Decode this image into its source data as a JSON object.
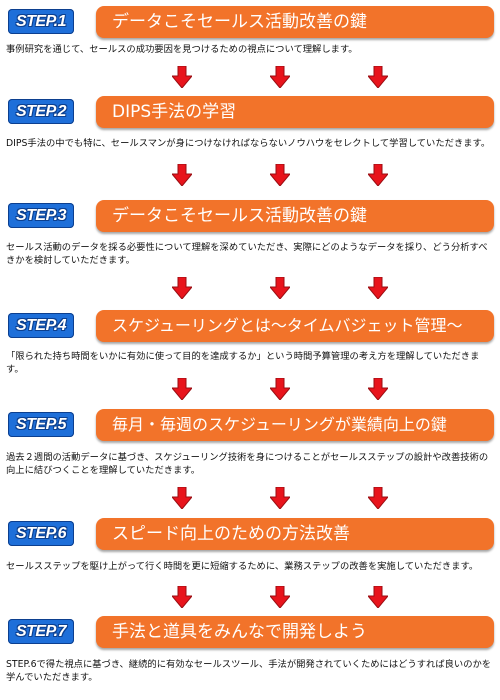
{
  "steps": [
    {
      "badge": "STEP.1",
      "title": "データこそセールス活動改善の鍵",
      "desc": "事例研究を通じて、セールスの成功要因を見つけるための視点について理解します。"
    },
    {
      "badge": "STEP.2",
      "title": "DIPS手法の学習",
      "desc": "DIPS手法の中でも特に、セールスマンが身につけなければならないノウハウをセレクトして学習していただきます。"
    },
    {
      "badge": "STEP.3",
      "title": "データこそセールス活動改善の鍵",
      "desc": "セールス活動のデータを採る必要性について理解を深めていただき、実際にどのようなデータを採り、どう分析すべきかを検討していただきます。"
    },
    {
      "badge": "STEP.4",
      "title": "スケジューリングとは〜タイムバジェット管理〜",
      "desc": "「限られた持ち時間をいかに有効に使って目的を達成するか」という時間予算管理の考え方を理解していただきます。"
    },
    {
      "badge": "STEP.5",
      "title": "毎月・毎週のスケジューリングが業績向上の鍵",
      "desc": "過去２週間の活動データに基づき、スケジューリング技術を身につけることがセールスステップの設計や改善技術の向上に結びつくことを理解していただきます。"
    },
    {
      "badge": "STEP.6",
      "title": "スピード向上のための方法改善",
      "desc": "セールスステップを駆け上がって行く時間を更に短縮するために、業務ステップの改善を実施していただきます。"
    },
    {
      "badge": "STEP.7",
      "title": "手法と道具をみんなで開発しよう",
      "desc": "STEP.6で得た視点に基づき、継続的に有効なセールスツール、手法が開発されていくためにはどうすれば良いのかを学んでいただきます。"
    }
  ],
  "colors": {
    "accent": "#f2732a",
    "badge": "#1e6fd9",
    "arrow": "#e8141c"
  },
  "icons": {
    "arrow": "arrow-down-icon"
  }
}
